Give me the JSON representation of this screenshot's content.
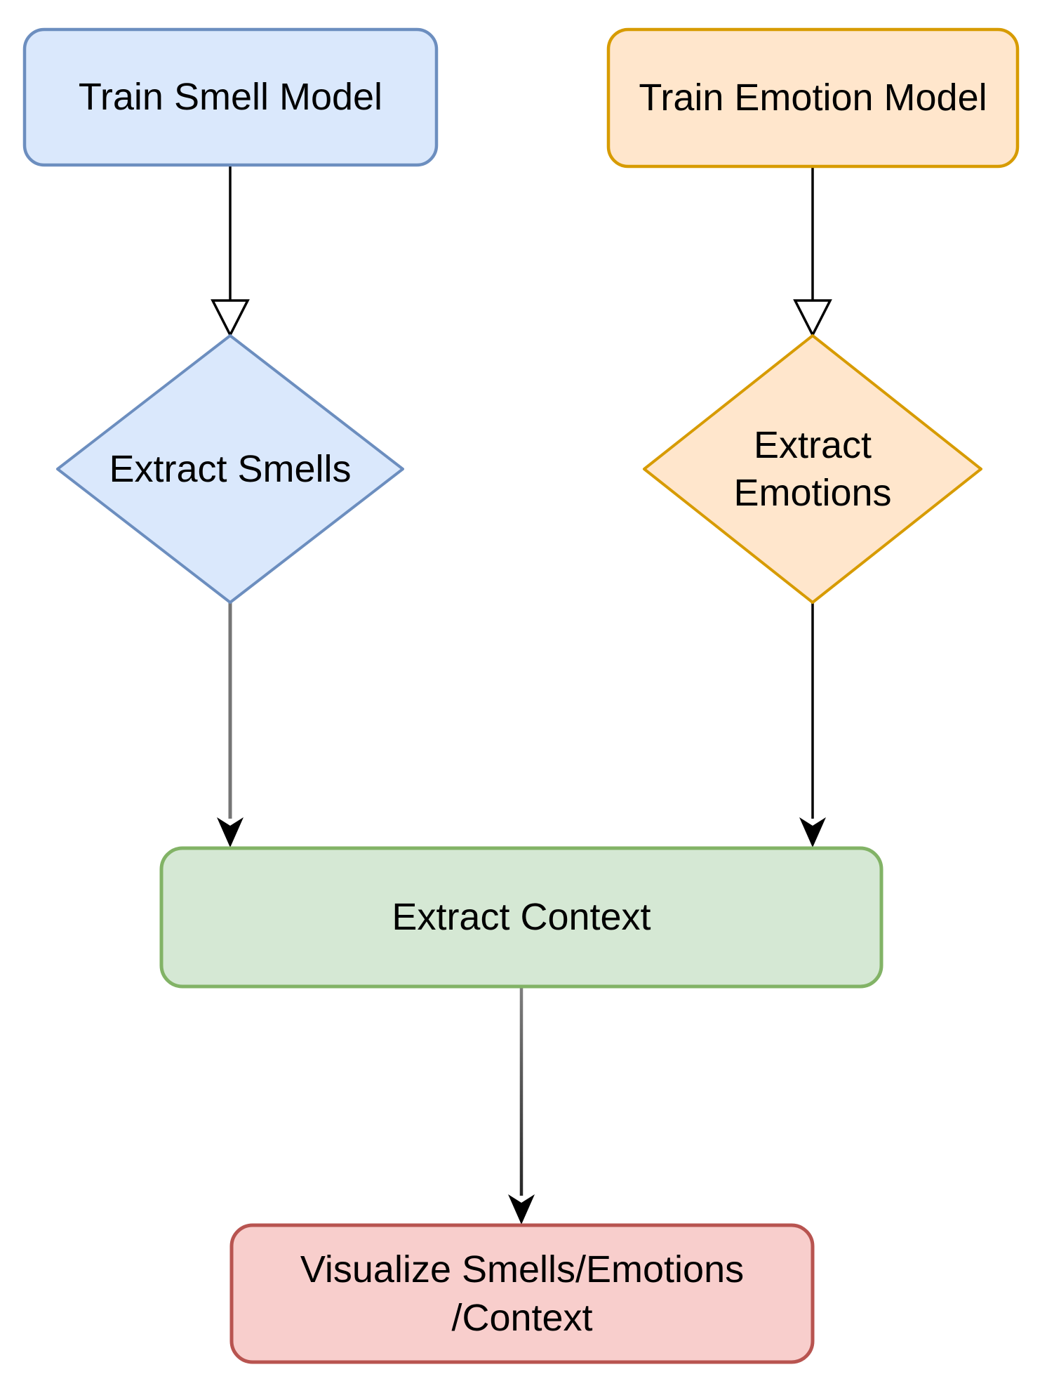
{
  "diagram_type": "flowchart",
  "style": {
    "background": "#ffffff",
    "text_color": "#000000"
  },
  "nodes": {
    "train_smell": {
      "label": "Train Smell Model",
      "shape": "rounded-rectangle",
      "fill": "#dae8fc",
      "stroke": "#6c8ebf"
    },
    "train_emotion": {
      "label": "Train Emotion Model",
      "shape": "rounded-rectangle",
      "fill": "#ffe6cc",
      "stroke": "#d79b00"
    },
    "extract_smells": {
      "label": "Extract Smells",
      "shape": "diamond",
      "fill": "#dae8fc",
      "stroke": "#6c8ebf"
    },
    "extract_emotions": {
      "label": "Extract\nEmotions",
      "shape": "diamond",
      "fill": "#ffe6cc",
      "stroke": "#d79b00"
    },
    "extract_context": {
      "label": "Extract Context",
      "shape": "rounded-rectangle",
      "fill": "#d5e8d4",
      "stroke": "#82b366"
    },
    "visualize": {
      "label": "Visualize Smells/Emotions\n/Context",
      "shape": "rounded-rectangle",
      "fill": "#f8cecc",
      "stroke": "#b85450"
    }
  },
  "edges": [
    {
      "from": "Train Smell Model",
      "to": "Extract Smells",
      "arrowhead": "open-triangle",
      "color": "#000000"
    },
    {
      "from": "Train Emotion Model",
      "to": "Extract Emotions",
      "arrowhead": "open-triangle",
      "color": "#000000"
    },
    {
      "from": "Extract Smells",
      "to": "Extract Context",
      "arrowhead": "filled-classic",
      "color": "#757575",
      "head_color": "#000000"
    },
    {
      "from": "Extract Emotions",
      "to": "Extract Context",
      "arrowhead": "filled-classic",
      "color": "#000000",
      "head_color": "#000000"
    },
    {
      "from": "Extract Context",
      "to": "Visualize Smells/Emotions/Context",
      "arrowhead": "filled-classic",
      "color_top": "#7f7f7f",
      "color_bottom": "#1a1a1a",
      "head_color": "#000000"
    }
  ]
}
